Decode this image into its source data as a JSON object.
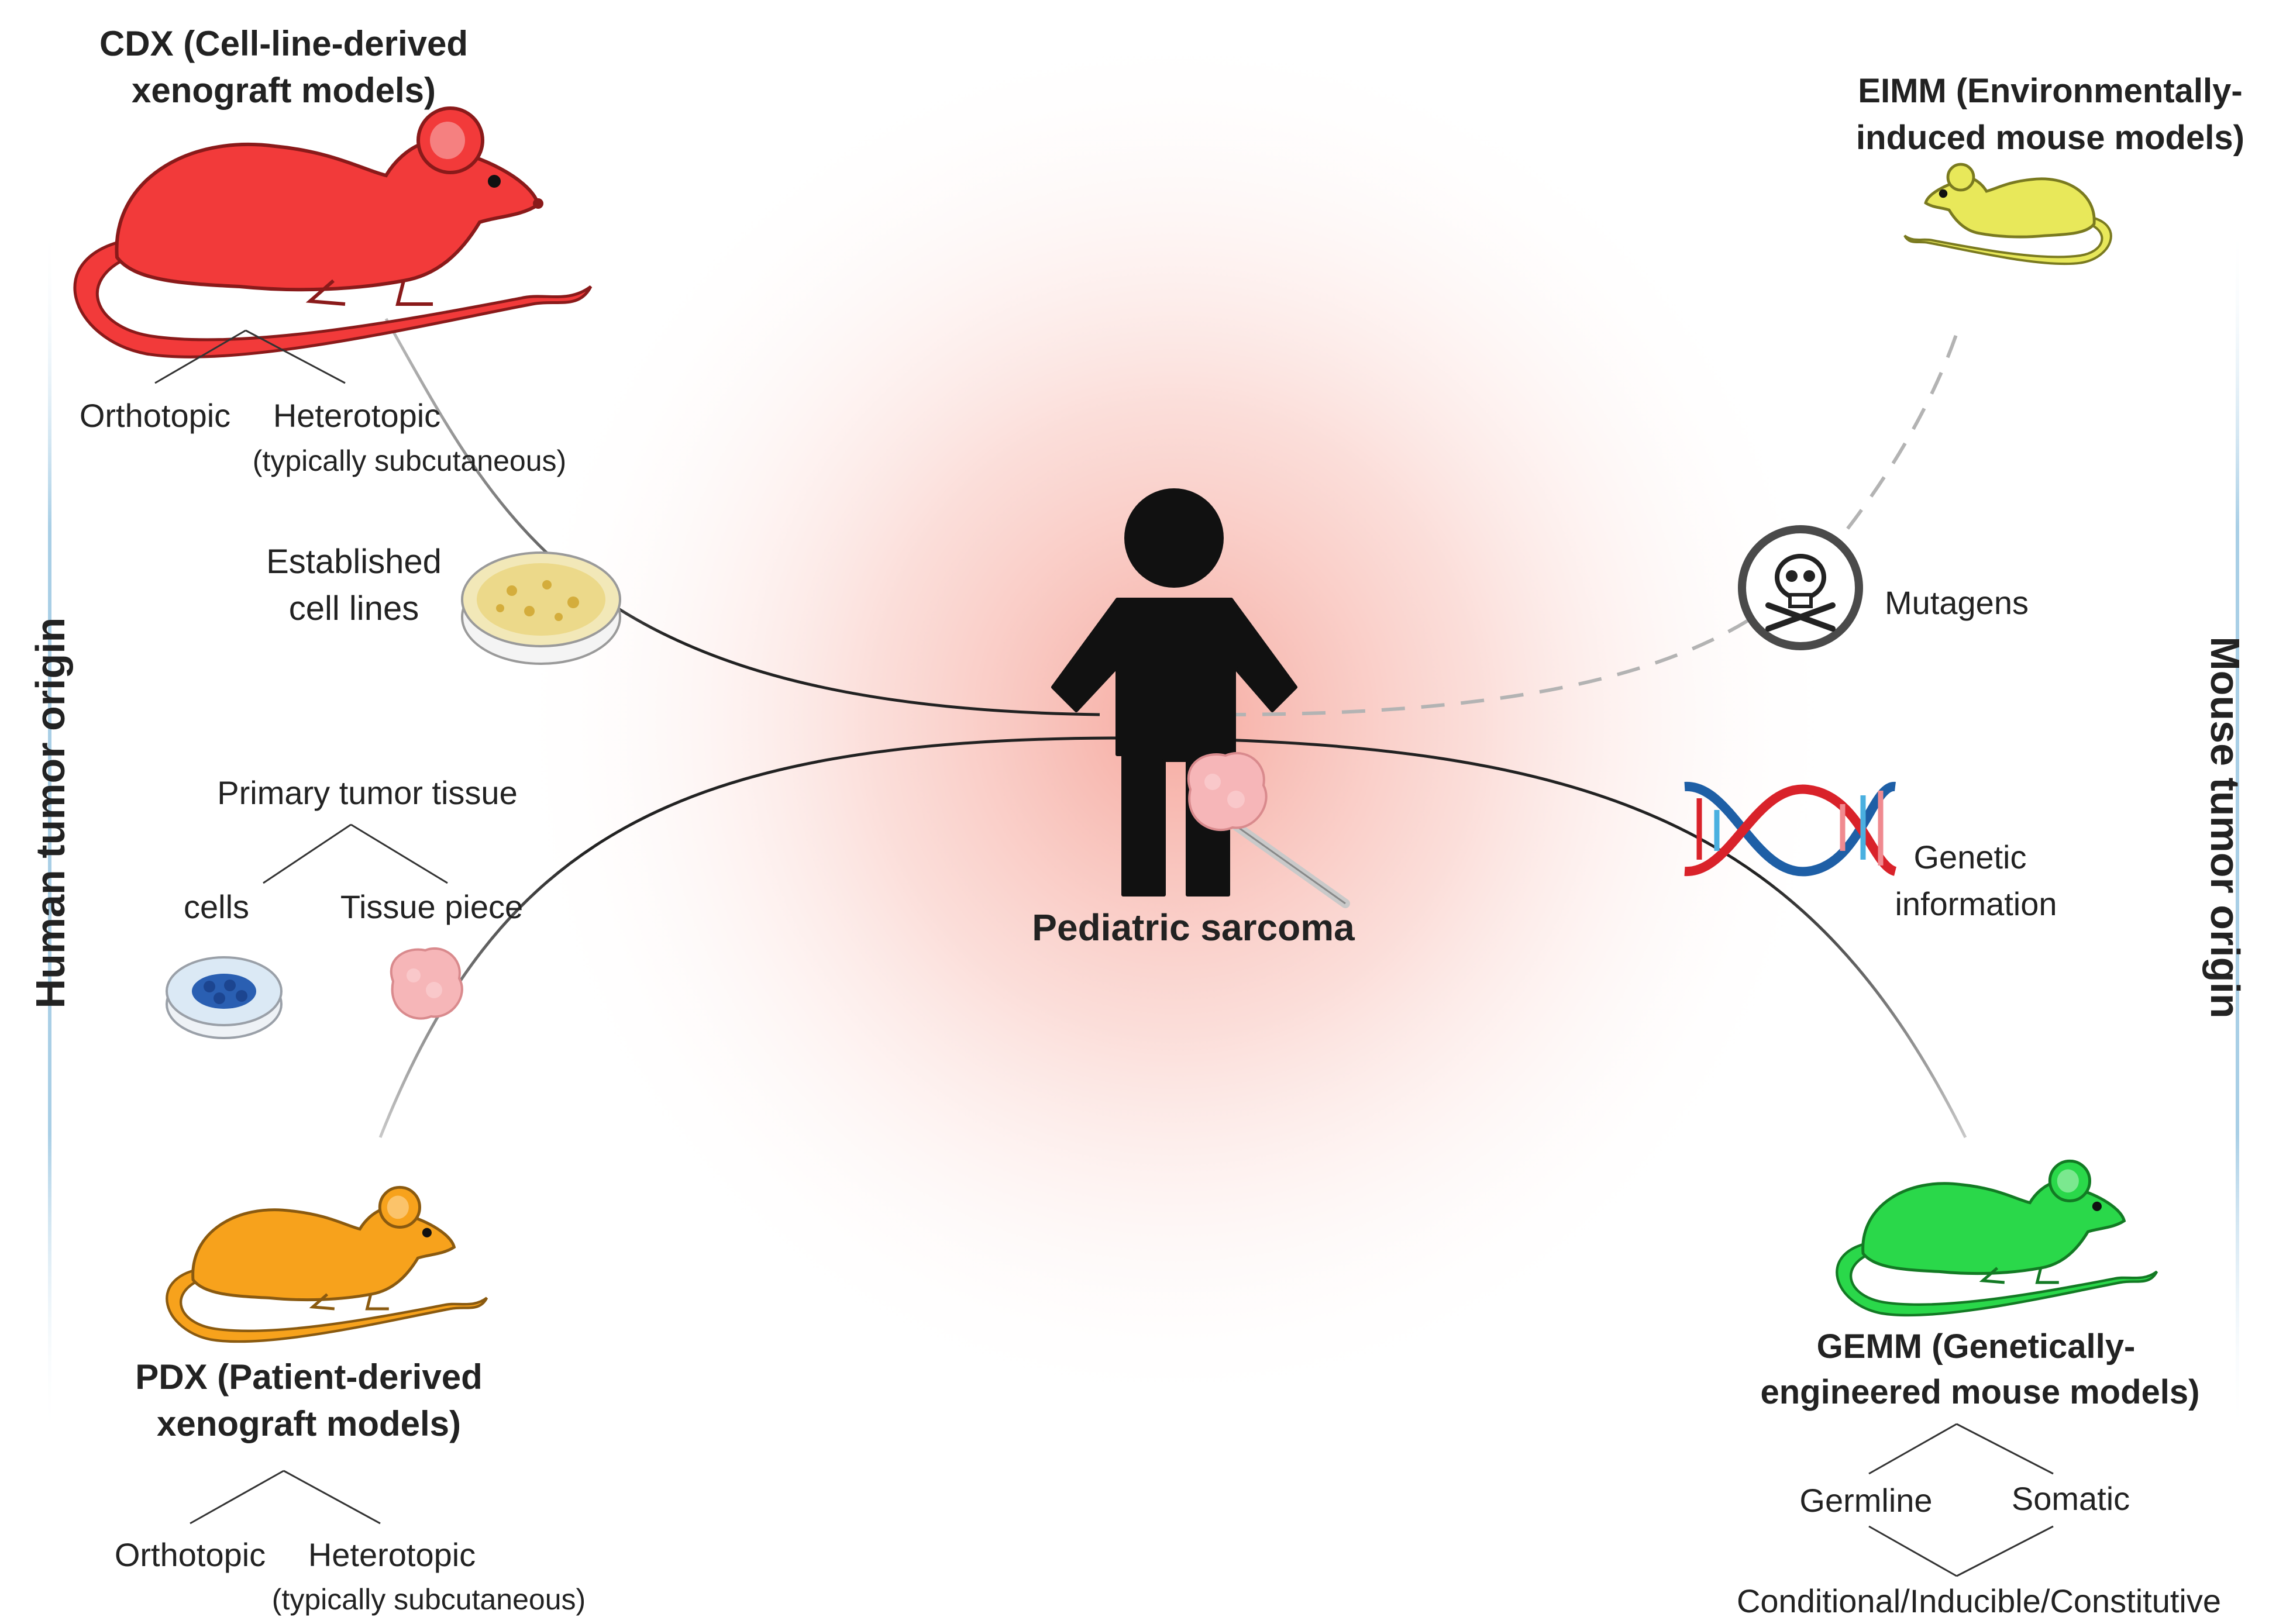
{
  "center": {
    "label": "Pediatric sarcoma"
  },
  "sides": {
    "left": "Human tumor origin",
    "right": "Mouse tumor origin"
  },
  "cdx": {
    "title_line1": "CDX (Cell-line-derived",
    "title_line2": "xenograft models)",
    "sub1": "Orthotopic",
    "sub2": "Heterotopic",
    "sub2_note": "(typically subcutaneous)",
    "source_line1": "Established",
    "source_line2": "cell lines"
  },
  "pdx": {
    "title_line1": "PDX (Patient-derived",
    "title_line2": "xenograft models)",
    "sub1": "Orthotopic",
    "sub2": "Heterotopic",
    "sub2_note": "(typically subcutaneous)",
    "source_title": "Primary tumor tissue",
    "source_sub1": "cells",
    "source_sub2": "Tissue piece"
  },
  "eimm": {
    "title_line1": "EIMM (Environmentally-",
    "title_line2": "induced mouse models)",
    "source": "Mutagens"
  },
  "gemm": {
    "title_line1": "GEMM (Genetically-",
    "title_line2": "engineered mouse models)",
    "source_line1": "Genetic",
    "source_line2": "information",
    "sub1": "Germline",
    "sub2": "Somatic",
    "variants": "Conditional/Inducible/Constitutive"
  },
  "colors": {
    "cdx_mouse": "#f23a3a",
    "pdx_mouse": "#f7a21c",
    "eimm_mouse": "#e8e85a",
    "gemm_mouse": "#2ad84a",
    "center_glow": "#f7a9a0",
    "person": "#111111"
  },
  "icons": [
    "mouse-icon",
    "petri-dish-icon",
    "tissue-icon",
    "skull-crossbones-icon",
    "dna-helix-icon",
    "person-icon",
    "scalpel-icon"
  ]
}
